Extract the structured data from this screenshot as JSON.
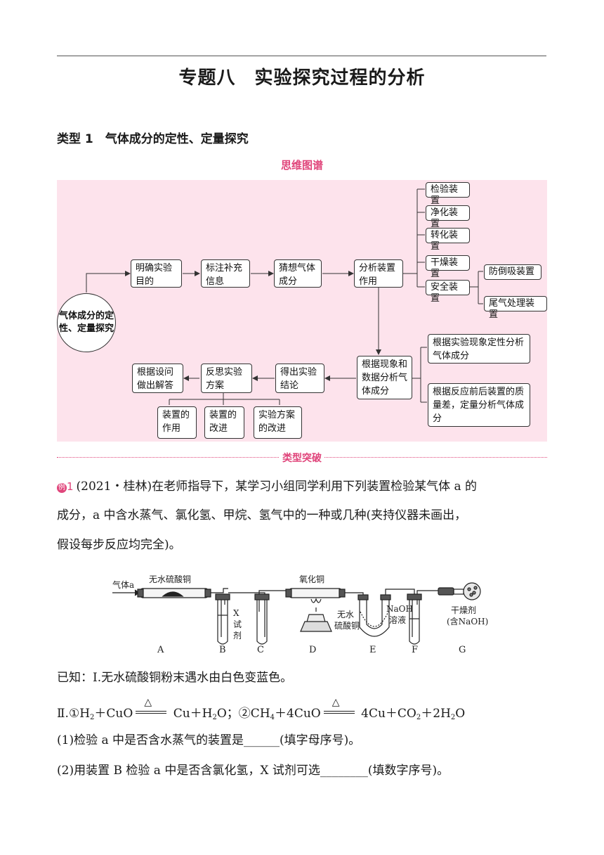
{
  "page_title": "专题八　实验探究过程的分析",
  "section_title": "类型 1　气体成分的定性、定量探究",
  "mindmap": {
    "label": "思维图谱",
    "center": "气体成分的定性、定量探究",
    "top_row": [
      "明确实验目的",
      "标注补充信息",
      "猜想气体成分",
      "分析装置作用"
    ],
    "devices": [
      "检验装置",
      "净化装置",
      "转化装置",
      "干燥装置",
      "安全装置"
    ],
    "safety_sub": [
      "防倒吸装置",
      "尾气处理装置"
    ],
    "analyze": "根据现象和数据分析气体成分",
    "analyze_sub": [
      "根据实验现象定性分析气体成分",
      "根据反应前后装置的质量差，定量分析气体成分"
    ],
    "conclusion": "得出实验结论",
    "reflect": "反思实验方案",
    "answer": "根据设问做出解答",
    "reflect_sub": [
      "装置的作用",
      "装置的改进",
      "实验方案的改进"
    ]
  },
  "breakthrough_label": "类型突破",
  "example": {
    "badge": "例",
    "number": "1",
    "line1": "(2021・桂林)在老师指导下，某学习小组同学利用下列装置检验某气体 a 的",
    "line2": "成分，a 中含水蒸气、氯化氢、甲烷、氢气中的一种或几种(夹持仪器未画出，",
    "line3": "假设每步反应均完全)。"
  },
  "apparatus": {
    "gas_in": "气体a",
    "label_a": "无水硫酸铜",
    "label_d": "氧化铜",
    "label_x1": "X",
    "label_x2": "试",
    "label_x3": "剂",
    "label_e1": "无水",
    "label_e2": "硫酸铜",
    "label_f1": "NaOH",
    "label_f2": "溶液",
    "label_g1": "干燥剂",
    "label_g2": "(含NaOH)",
    "letters": [
      "A",
      "B",
      "C",
      "D",
      "E",
      "F",
      "G"
    ]
  },
  "known": "已知：Ⅰ.无水硫酸铜粉末遇水由白色变蓝色。",
  "equation": {
    "prefix": "Ⅱ.①H",
    "s1": "2",
    "p2": "＋CuO",
    "heat": "△",
    "p3": " Cu＋H",
    "s2": "2",
    "p4": "O；②CH",
    "s3": "4",
    "p5": "＋4CuO",
    "p6": " 4Cu＋CO",
    "s4": "2",
    "p7": "＋2H",
    "s5": "2",
    "p8": "O"
  },
  "questions": [
    "(1)检验 a 中是否含水蒸气的装置是______(填字母序号)。",
    "(2)用装置 B 检验 a 中是否含氯化氢，X 试剂可选________(填数字序号)。"
  ]
}
